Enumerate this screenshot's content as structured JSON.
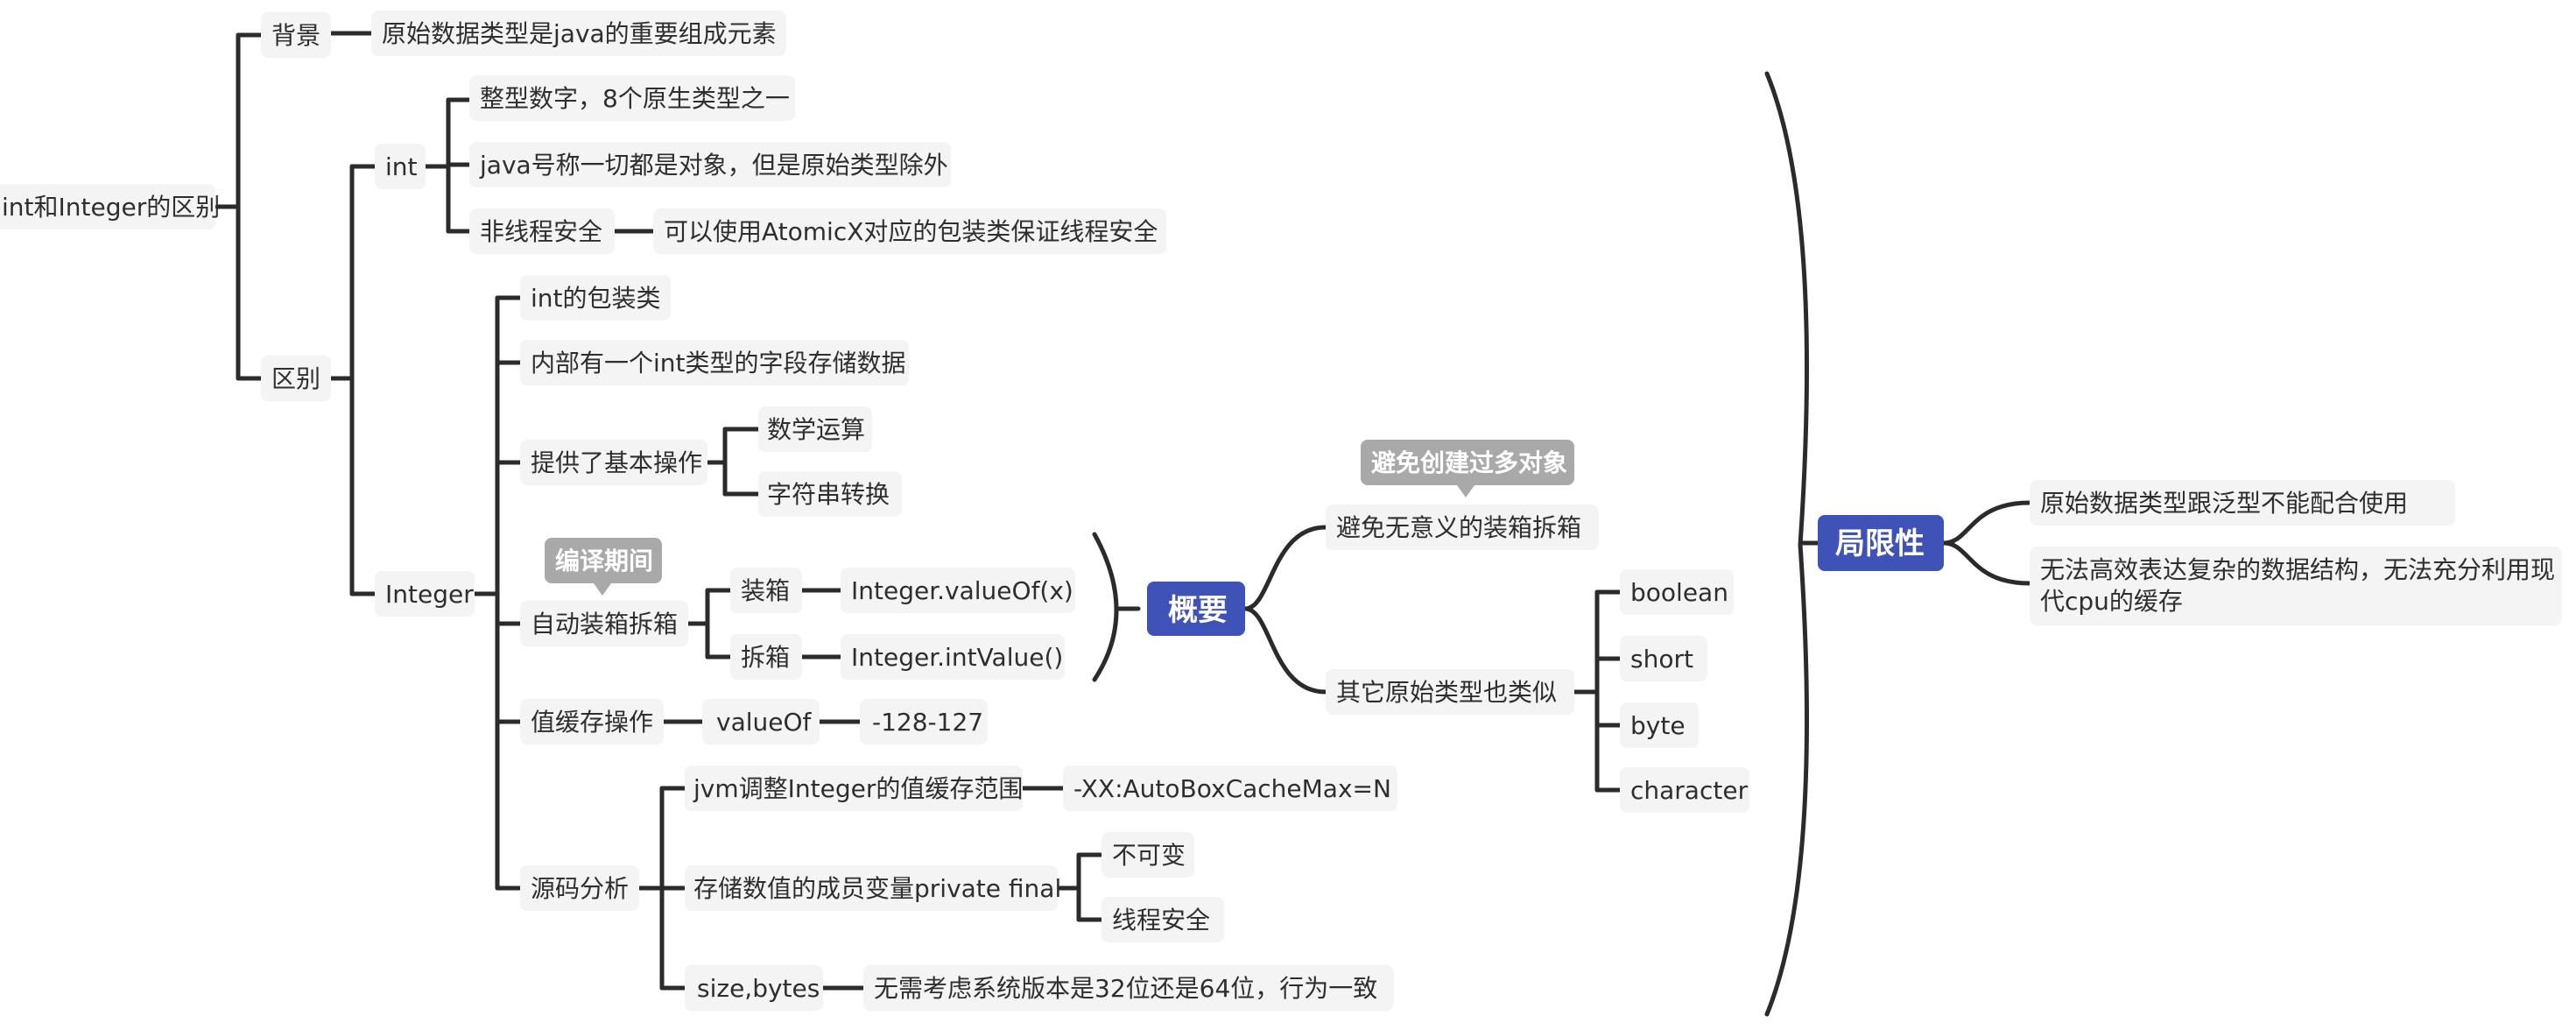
{
  "mindmap": {
    "root": "int和Integer的区别",
    "background": {
      "label": "背景",
      "text": "原始数据类型是java的重要组成元素"
    },
    "diff": {
      "label": "区别",
      "int": {
        "label": "int",
        "items": [
          "整型数字，8个原生类型之一",
          "java号称一切都是对象，但是原始类型除外",
          "非线程安全"
        ],
        "thread_note": "可以使用AtomicX对应的包装类保证线程安全"
      },
      "integer": {
        "label": "Integer",
        "wrapper": "int的包装类",
        "field": "内部有一个int类型的字段存储数据",
        "ops": {
          "label": "提供了基本操作",
          "items": [
            "数学运算",
            "字符串转换"
          ]
        },
        "autobox": {
          "label": "自动装箱拆箱",
          "callout": "编译期间",
          "box": "装箱",
          "box_method": "Integer.valueOf(x)",
          "unbox": "拆箱",
          "unbox_method": "Integer.intValue()"
        },
        "cache": {
          "label": "值缓存操作",
          "method": "valueOf",
          "range": "-128-127"
        },
        "source": {
          "label": "源码分析",
          "jvm": "jvm调整Integer的值缓存范围",
          "jvm_flag": "-XX:AutoBoxCacheMax=N",
          "final_field": "存储数值的成员变量private final",
          "final_items": [
            "不可变",
            "线程安全"
          ],
          "size": "size,bytes",
          "size_note": "无需考虑系统版本是32位还是64位，行为一致"
        }
      }
    },
    "overview": {
      "label": "概要",
      "avoid": "避免无意义的装箱拆箱",
      "avoid_callout": "避免创建过多对象",
      "others": "其它原始类型也类似",
      "types": [
        "boolean",
        "short",
        "byte",
        "character"
      ]
    },
    "limits": {
      "label": "局限性",
      "items": [
        "原始数据类型跟泛型不能配合使用",
        "无法高效表达复杂的数据结构，无法充分利用现",
        "代cpu的缓存"
      ]
    }
  },
  "colors": {
    "accent": "#3f52b7",
    "callout": "#a9a9a9",
    "node_fill": "#f4f4f4",
    "line": "#2b2b2b",
    "text": "#2e2e2e"
  }
}
